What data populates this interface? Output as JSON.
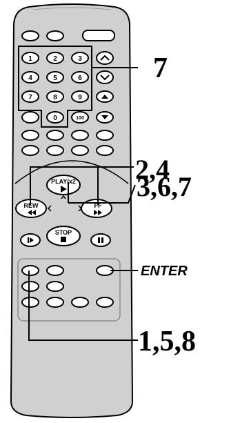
{
  "remote": {
    "numeric_keys": [
      "1",
      "2",
      "3",
      "4",
      "5",
      "6",
      "7",
      "8",
      "9",
      "0",
      "100"
    ],
    "transport": {
      "play": "PLAY/x2",
      "rew": "REW",
      "ff": "FF",
      "stop": "STOP"
    }
  },
  "callouts": {
    "numeric": "7",
    "play_group": "2,4",
    "stop_group": "3,6,7",
    "enter": "ENTER",
    "lower_group": "1,5,8"
  },
  "colors": {
    "body": "#d0d0d0",
    "outline": "#000000",
    "button": "#ffffff"
  }
}
